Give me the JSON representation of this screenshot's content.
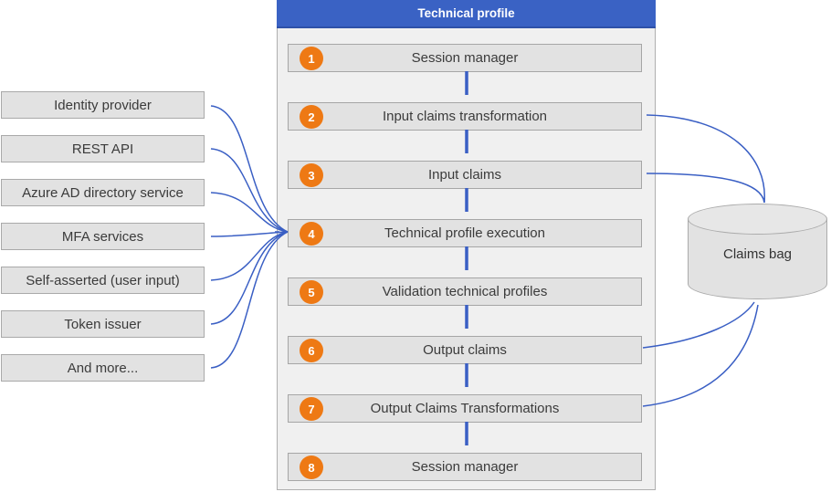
{
  "header": {
    "title": "Technical profile"
  },
  "steps": [
    {
      "number": "1",
      "label": "Session manager"
    },
    {
      "number": "2",
      "label": "Input claims transformation"
    },
    {
      "number": "3",
      "label": "Input claims"
    },
    {
      "number": "4",
      "label": "Technical profile execution"
    },
    {
      "number": "5",
      "label": "Validation technical profiles"
    },
    {
      "number": "6",
      "label": "Output claims"
    },
    {
      "number": "7",
      "label": "Output Claims Transformations"
    },
    {
      "number": "8",
      "label": "Session manager"
    }
  ],
  "providers": [
    "Identity provider",
    "REST API",
    "Azure AD directory service",
    "MFA services",
    "Self-asserted (user input)",
    "Token issuer",
    "And more..."
  ],
  "claims_bag": {
    "label": "Claims bag"
  },
  "colors": {
    "header_blue": "#3A62C4",
    "arrow_blue": "#3A5FC4",
    "badge_orange": "#EE7914",
    "box_fill": "#E2E2E2",
    "box_border": "#A6A6A6",
    "panel_fill": "#F0F0F0",
    "text_dark": "#3B3B3B"
  }
}
